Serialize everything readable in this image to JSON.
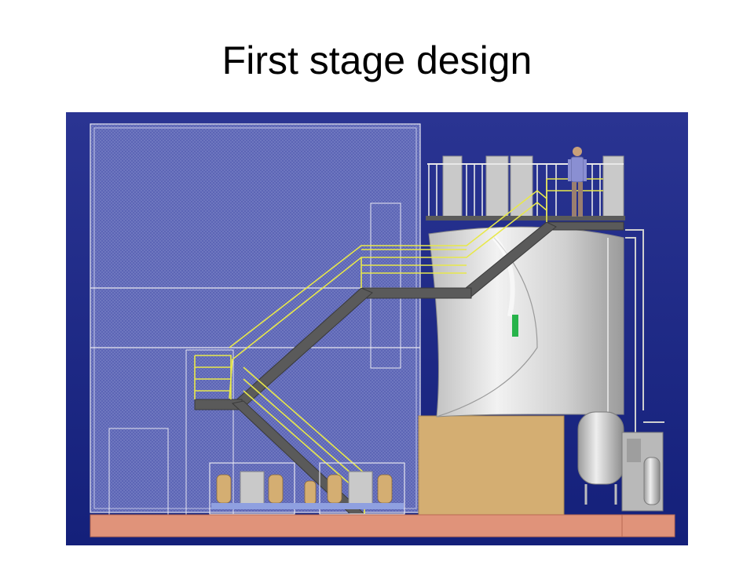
{
  "title": "First stage design",
  "colors": {
    "background": "#1e2a86",
    "wall_outline": "#e6e6f0",
    "stairs": "#5a5a5a",
    "railing": "#e8e84a",
    "tank": "#d9d9d9",
    "base_block": "#d4ae72",
    "floor_slab": "#e0937a"
  },
  "components": [
    {
      "name": "building-frame",
      "icon": "grid-wall"
    },
    {
      "name": "staircase",
      "icon": "stairs"
    },
    {
      "name": "safety-railings",
      "icon": "railing"
    },
    {
      "name": "upper-platform",
      "icon": "platform"
    },
    {
      "name": "large-tank",
      "icon": "cylinder"
    },
    {
      "name": "tank-base",
      "icon": "block"
    },
    {
      "name": "pressure-vessel",
      "icon": "small-cylinder"
    },
    {
      "name": "equipment-cabinet",
      "icon": "cabinet"
    },
    {
      "name": "gas-bottles",
      "icon": "bottles"
    },
    {
      "name": "standing-person",
      "icon": "person"
    }
  ]
}
